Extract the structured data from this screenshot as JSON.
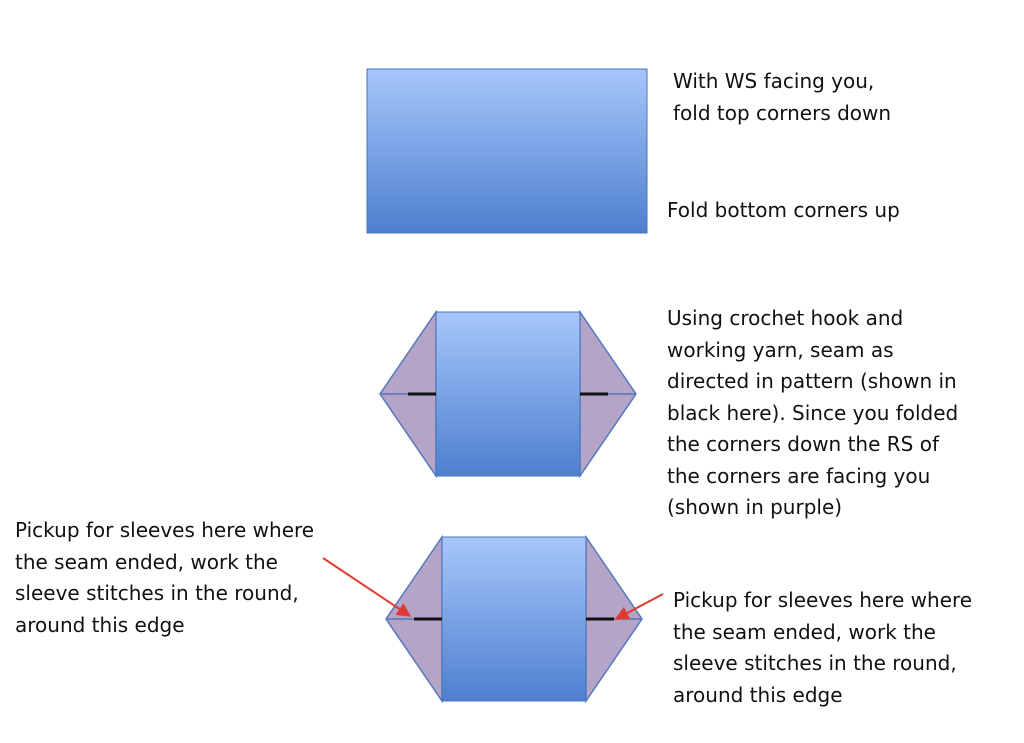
{
  "colors": {
    "panel_top": "#a6c6fa",
    "panel_bottom": "#4e80cf",
    "panel_edge": "#4a74b8",
    "corner_fill": "#b3a4c8",
    "corner_edge": "#5577bb",
    "seam": "#111111",
    "arrow": "#e03a32",
    "text": "#111111"
  },
  "steps": {
    "fold": {
      "top_text": [
        "With WS facing you,",
        "fold top corners down"
      ],
      "bottom_text": [
        "Fold bottom corners up"
      ]
    },
    "seam": {
      "text": [
        "Using crochet hook and",
        "working yarn, seam as",
        "directed in pattern (shown in",
        "black here). Since you folded",
        "the corners down the RS of",
        "the corners are facing you",
        "(shown in purple)"
      ]
    },
    "pickup": {
      "left_text": [
        "Pickup for sleeves here where",
        "the seam ended, work the",
        "sleeve stitches in the round,",
        "around this edge"
      ],
      "right_text": [
        "Pickup for sleeves here where",
        "the seam ended, work the",
        "sleeve stitches in the round,",
        "around this edge"
      ]
    }
  }
}
